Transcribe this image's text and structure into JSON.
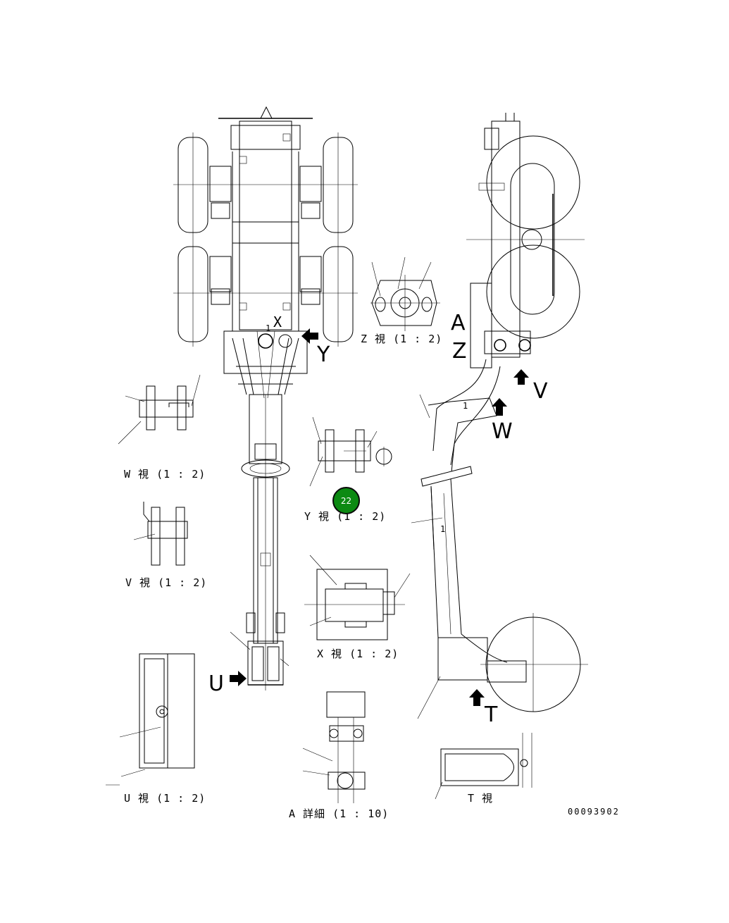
{
  "views": {
    "z_view": "Z 視 (1 : 2)",
    "w_view": "W 視 (1 : 2)",
    "y_view": "Y 視 (1 : 2)",
    "v_view": "V 視 (1 : 2)",
    "x_view": "X 視 (1 : 2)",
    "u_view": "U 視 (1 : 2)",
    "a_detail": "A 詳細 (1 : 10)",
    "t_view": "T 視"
  },
  "arrow_letters": {
    "x": "X",
    "y": "Y",
    "a": "A",
    "z": "Z",
    "v": "V",
    "w": "W",
    "u": "U",
    "t": "T"
  },
  "part_numbers": {
    "left_frame": "1",
    "right_frame_upper": "1",
    "right_frame_boom": "1"
  },
  "drawing_code": "00093902",
  "badge": {
    "label": "22",
    "color": "#0c8a12"
  }
}
